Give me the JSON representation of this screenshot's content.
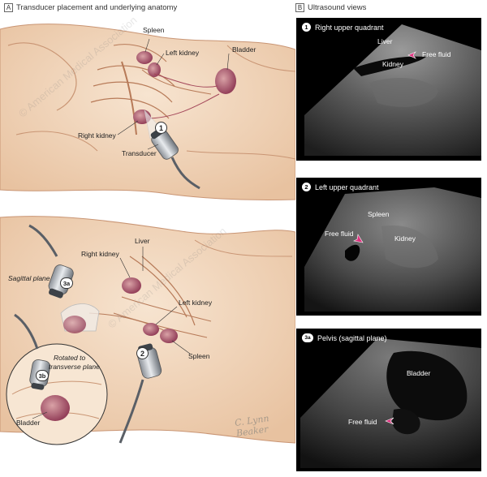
{
  "panel_a": {
    "letter": "A",
    "title": "Transducer placement and underlying anatomy",
    "top_labels": {
      "spleen": "Spleen",
      "left_kidney": "Left kidney",
      "bladder": "Bladder",
      "right_kidney": "Right kidney",
      "transducer": "Transducer",
      "num": "1"
    },
    "bottom_labels": {
      "liver": "Liver",
      "right_kidney": "Right kidney",
      "sagittal_plane": "Sagittal plane",
      "left_kidney": "Left kidney",
      "spleen": "Spleen",
      "num_2": "2",
      "num_3a": "3a",
      "num_3b": "3b",
      "rotated": "Rotated to",
      "transverse": "transverse plane",
      "bladder": "Bladder"
    },
    "signature_line1": "C. Lynn",
    "signature_line2": "Beaker",
    "watermark": "© American Medical Association"
  },
  "panel_b": {
    "letter": "B",
    "title": "Ultrasound views",
    "views": [
      {
        "num": "1",
        "title": "Right upper quadrant",
        "labels": {
          "liver": "Liver",
          "kidney": "Kidney",
          "free_fluid": "Free fluid"
        }
      },
      {
        "num": "2",
        "title": "Left upper quadrant",
        "labels": {
          "spleen": "Spleen",
          "kidney": "Kidney",
          "free_fluid": "Free fluid"
        }
      },
      {
        "num": "3a",
        "title": "Pelvis (sagittal plane)",
        "labels": {
          "bladder": "Bladder",
          "free_fluid": "Free fluid"
        }
      }
    ]
  },
  "colors": {
    "skin": "#f3d9c0",
    "skin_shade": "#e6bd98",
    "outline": "#b77a58",
    "organ": "#a4485a",
    "arrow": "#e0307f"
  }
}
